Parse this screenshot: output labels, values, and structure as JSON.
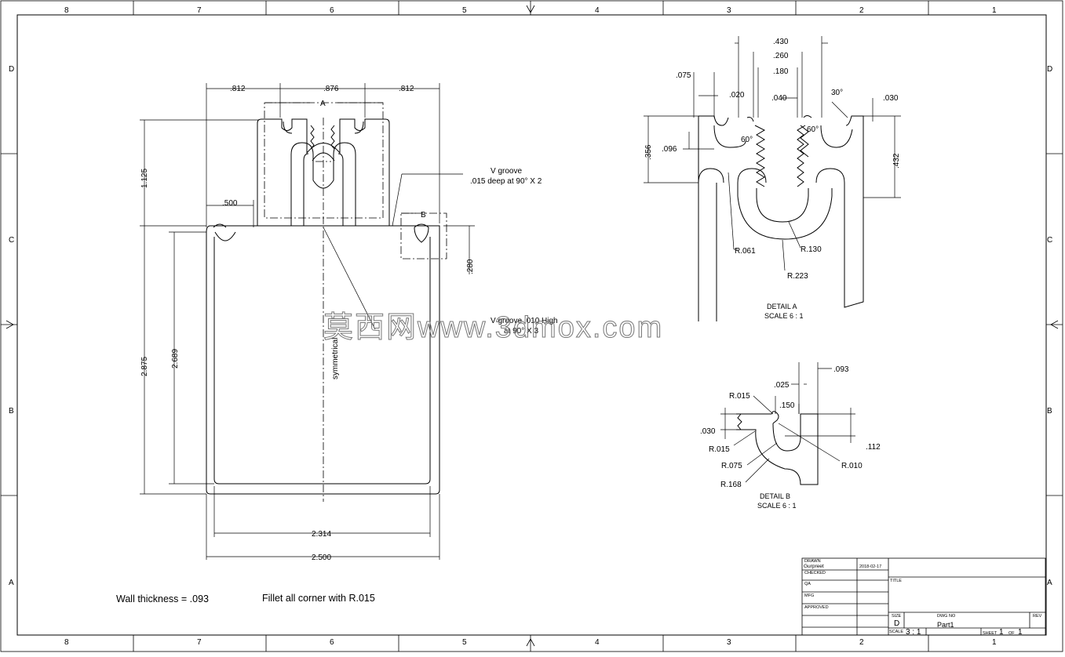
{
  "border": {
    "columns_top": [
      "8",
      "7",
      "6",
      "5",
      "4",
      "3",
      "2",
      "1"
    ],
    "rows": [
      "D",
      "C",
      "B",
      "A"
    ]
  },
  "main_view": {
    "dims": {
      "top_left": ".812",
      "top_mid": ".876",
      "top_right": ".812",
      "left_lip": ".500",
      "height_upper": "1.125",
      "height_total": "2.875",
      "height_inner": "2.689",
      "width_inner": "2.314",
      "width_total": "2.500",
      "lip_height": ".280"
    },
    "labels": {
      "detail_a_flag": "A",
      "detail_b_flag": "B",
      "v_groove_note_1": "V groove",
      "v_groove_note_2": ".015 deep at 90° X 2",
      "v_groove_high_1": "V groove .010 High",
      "v_groove_high_2": "at 90° X 3",
      "symmetrical": "symmetrical"
    }
  },
  "detail_a": {
    "dims": {
      "d430": ".430",
      "d260": ".260",
      "d180": ".180",
      "d075": ".075",
      "d020": ".020",
      "d040": ".040",
      "a30": "30°",
      "d030": ".030",
      "d356": ".356",
      "d096": ".096",
      "a60_left": "60°",
      "a60_right": "60°",
      "d432": ".432",
      "r061": "R.061",
      "r130": "R.130",
      "r223": "R.223"
    },
    "title": "DETAIL  A",
    "scale": "SCALE 6 : 1"
  },
  "detail_b": {
    "dims": {
      "d093": ".093",
      "d025": ".025",
      "r015_top": "R.015",
      "d150": ".150",
      "d030": ".030",
      "d112": ".112",
      "r015_mid": "R.015",
      "r075": "R.075",
      "r010": "R.010",
      "r168": "R.168"
    },
    "title": "DETAIL  B",
    "scale": "SCALE 6 : 1"
  },
  "notes": {
    "wall": "Wall thickness = .093",
    "fillet": "Fillet all corner with R.015"
  },
  "title_block": {
    "drawn_label": "DRAWN",
    "drawn_by": "Gurpreet",
    "drawn_date": "2018-02-17",
    "checked_label": "CHECKED",
    "qa_label": "QA",
    "mfg_label": "MFG",
    "approved_label": "APPROVED",
    "title_label": "TITLE",
    "size_label": "SIZE",
    "size": "D",
    "dwg_no_label": "DWG NO",
    "dwg_no": "Part1",
    "rev_label": "REV",
    "scale_label": "SCALE",
    "scale": "3 : 1",
    "sheet_label": "SHEET",
    "sheet": "1",
    "of_label": "OF",
    "sheets": "1"
  },
  "watermark": "莫西网www.3dmox.com"
}
